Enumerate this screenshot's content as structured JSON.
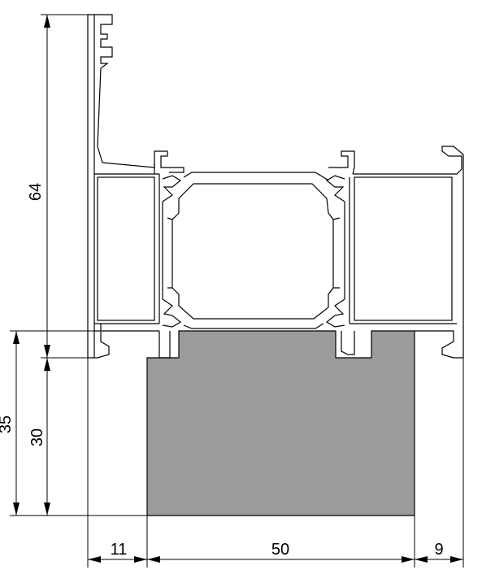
{
  "drawing": {
    "dimensions": {
      "overall_height": "64",
      "lower_height_outer": "35",
      "lower_height_inner": "30",
      "left_offset": "11",
      "block_width": "50",
      "right_offset": "9"
    },
    "colors": {
      "block_fill": "#9b9b9b",
      "line": "#000000",
      "background": "#ffffff"
    }
  }
}
